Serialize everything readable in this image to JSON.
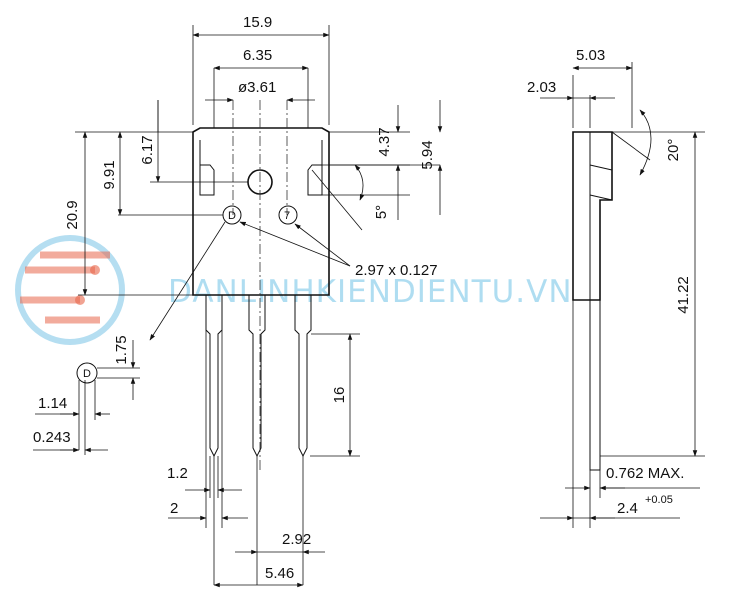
{
  "watermark": {
    "text": "DANLINHKIENDIENTU.VN",
    "color": "#6fc3e6",
    "logo_colors": [
      "#e8664a",
      "#5bb5e0"
    ]
  },
  "front_view": {
    "dims": {
      "width": "15.9",
      "tab_width": "6.35",
      "hole_dia": "ø3.61",
      "hole_to_top": "6.17",
      "mark_to_top": "9.91",
      "total_length": "20.9",
      "notch_height": "4.37",
      "notch_to_top": "5.94",
      "notch_angle": "5°",
      "pin_mark_size": "2.97 x 0.127",
      "lead_length": "16",
      "lead_width": "1.2",
      "lead_shoulder": "2",
      "lead_pitch": "2.92",
      "lead_span": "5.46"
    },
    "marks": {
      "left": "D",
      "right": "7"
    }
  },
  "detail": {
    "mark": "D",
    "dims": {
      "height": "1.75",
      "width": "1.14",
      "depth": "0.243"
    }
  },
  "side_view": {
    "dims": {
      "thickness": "5.03",
      "tab_thickness": "2.03",
      "taper_angle": "20°",
      "length": "41.22",
      "lead_thickness_max": "0.762 MAX.",
      "lead_offset": "2.4",
      "lead_offset_tol": "+0.05"
    }
  }
}
